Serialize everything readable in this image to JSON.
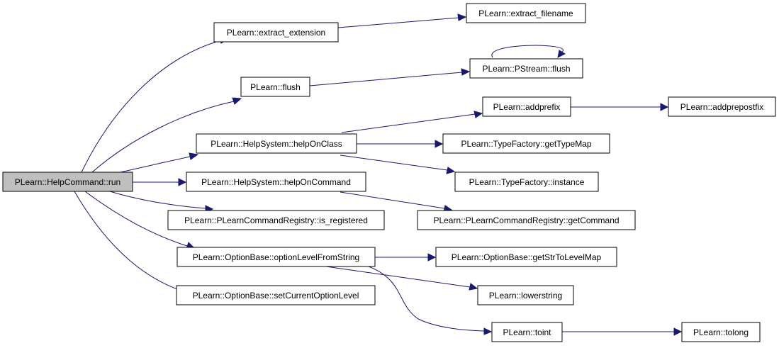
{
  "graph": {
    "root": "PLearn::HelpCommand::run",
    "nodes": {
      "run": "PLearn::HelpCommand::run",
      "extract_extension": "PLearn::extract_extension",
      "extract_filename": "PLearn::extract_filename",
      "flush": "PLearn::flush",
      "pstream_flush": "PLearn::PStream::flush",
      "help_on_class": "PLearn::HelpSystem::helpOnClass",
      "addprefix": "PLearn::addprefix",
      "addprepostfix": "PLearn::addprepostfix",
      "get_type_map": "PLearn::TypeFactory::getTypeMap",
      "instance": "PLearn::TypeFactory::instance",
      "help_on_command": "PLearn::HelpSystem::helpOnCommand",
      "get_command": "PLearn::PLearnCommandRegistry::getCommand",
      "is_registered": "PLearn::PLearnCommandRegistry::is_registered",
      "option_level_from_string": "PLearn::OptionBase::optionLevelFromString",
      "get_str_to_level_map": "PLearn::OptionBase::getStrToLevelMap",
      "lowerstring": "PLearn::lowerstring",
      "toint": "PLearn::toint",
      "tolong": "PLearn::tolong",
      "set_current_option_level": "PLearn::OptionBase::setCurrentOptionLevel"
    },
    "edges": [
      [
        "run",
        "extract_extension"
      ],
      [
        "run",
        "flush"
      ],
      [
        "run",
        "help_on_class"
      ],
      [
        "run",
        "help_on_command"
      ],
      [
        "run",
        "is_registered"
      ],
      [
        "run",
        "option_level_from_string"
      ],
      [
        "run",
        "set_current_option_level"
      ],
      [
        "extract_extension",
        "extract_filename"
      ],
      [
        "flush",
        "pstream_flush"
      ],
      [
        "pstream_flush",
        "pstream_flush"
      ],
      [
        "help_on_class",
        "addprefix"
      ],
      [
        "help_on_class",
        "get_type_map"
      ],
      [
        "help_on_class",
        "instance"
      ],
      [
        "addprefix",
        "addprepostfix"
      ],
      [
        "help_on_command",
        "get_command"
      ],
      [
        "option_level_from_string",
        "get_str_to_level_map"
      ],
      [
        "option_level_from_string",
        "lowerstring"
      ],
      [
        "option_level_from_string",
        "toint"
      ],
      [
        "toint",
        "tolong"
      ]
    ],
    "colors": {
      "edge": "#191970",
      "root_fill": "#bfbfbf",
      "node_fill": "#ffffff",
      "node_border": "#000000"
    }
  }
}
